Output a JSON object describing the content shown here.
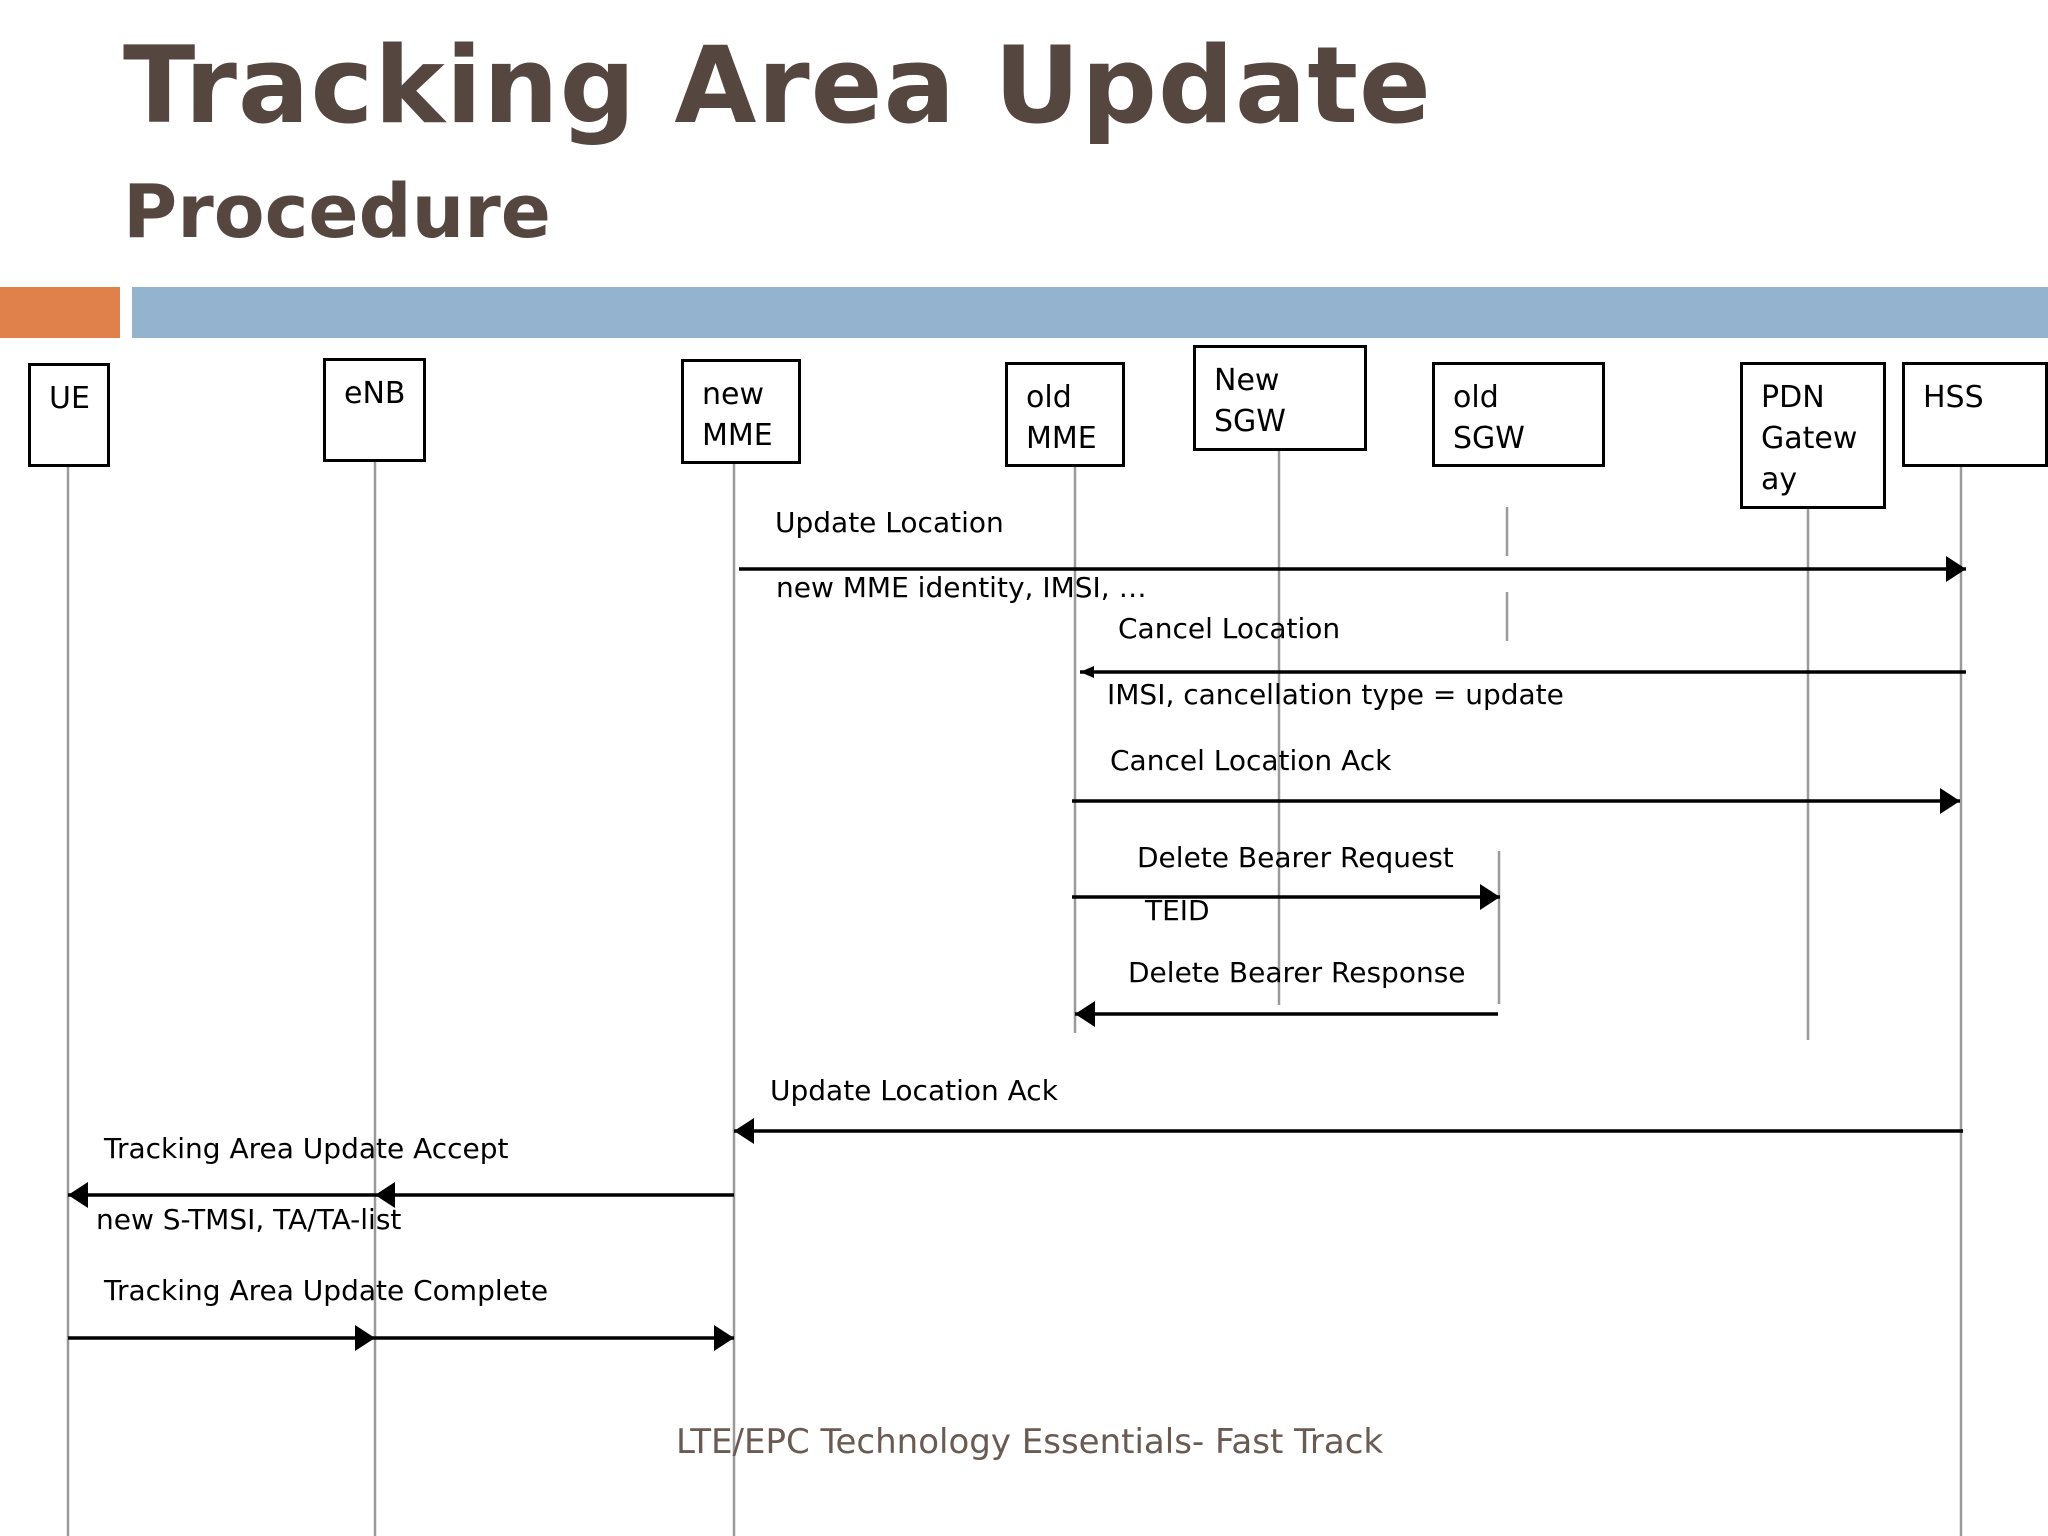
{
  "slide": {
    "title": "Tracking Area Update",
    "subtitle": "Procedure",
    "footer": "LTE/EPC Technology Essentials- Fast Track"
  },
  "colors": {
    "title": "#554640",
    "accent_bar": "#E0804A",
    "main_bar": "#93B3CE",
    "lifeline": "#9A9A9A",
    "arrow": "#000000"
  },
  "entities": [
    {
      "id": "ue",
      "label": "UE"
    },
    {
      "id": "enb",
      "label": "eNB"
    },
    {
      "id": "new_mme",
      "label": "new\nMME"
    },
    {
      "id": "old_mme",
      "label": "old\nMME"
    },
    {
      "id": "new_sgw",
      "label": "New\nSGW"
    },
    {
      "id": "old_sgw",
      "label": "old\nSGW"
    },
    {
      "id": "pdn_gw",
      "label": "PDN\nGatew\nay"
    },
    {
      "id": "hss",
      "label": "HSS"
    }
  ],
  "messages": [
    {
      "id": "update-location",
      "label": "Update Location",
      "params": "new MME identity, IMSI, …",
      "from": "new_mme",
      "to": "hss"
    },
    {
      "id": "cancel-location",
      "label": "Cancel Location",
      "params": "IMSI, cancellation type = update",
      "from": "hss",
      "to": "old_mme"
    },
    {
      "id": "cancel-location-ack",
      "label": "Cancel Location Ack",
      "params": "",
      "from": "old_mme",
      "to": "hss"
    },
    {
      "id": "delete-bearer-request",
      "label": "Delete Bearer Request",
      "params": "TEID",
      "from": "old_mme",
      "to": "old_sgw"
    },
    {
      "id": "delete-bearer-response",
      "label": "Delete Bearer Response",
      "params": "",
      "from": "old_sgw",
      "to": "old_mme"
    },
    {
      "id": "update-location-ack",
      "label": "Update Location Ack",
      "params": "",
      "from": "hss",
      "to": "new_mme"
    },
    {
      "id": "tau-accept",
      "label": "Tracking Area Update Accept",
      "params": "new S-TMSI, TA/TA-list",
      "from": "new_mme",
      "to": "ue",
      "via": "enb"
    },
    {
      "id": "tau-complete",
      "label": "Tracking Area Update Complete",
      "params": "",
      "from": "ue",
      "to": "new_mme",
      "via": "enb"
    }
  ]
}
